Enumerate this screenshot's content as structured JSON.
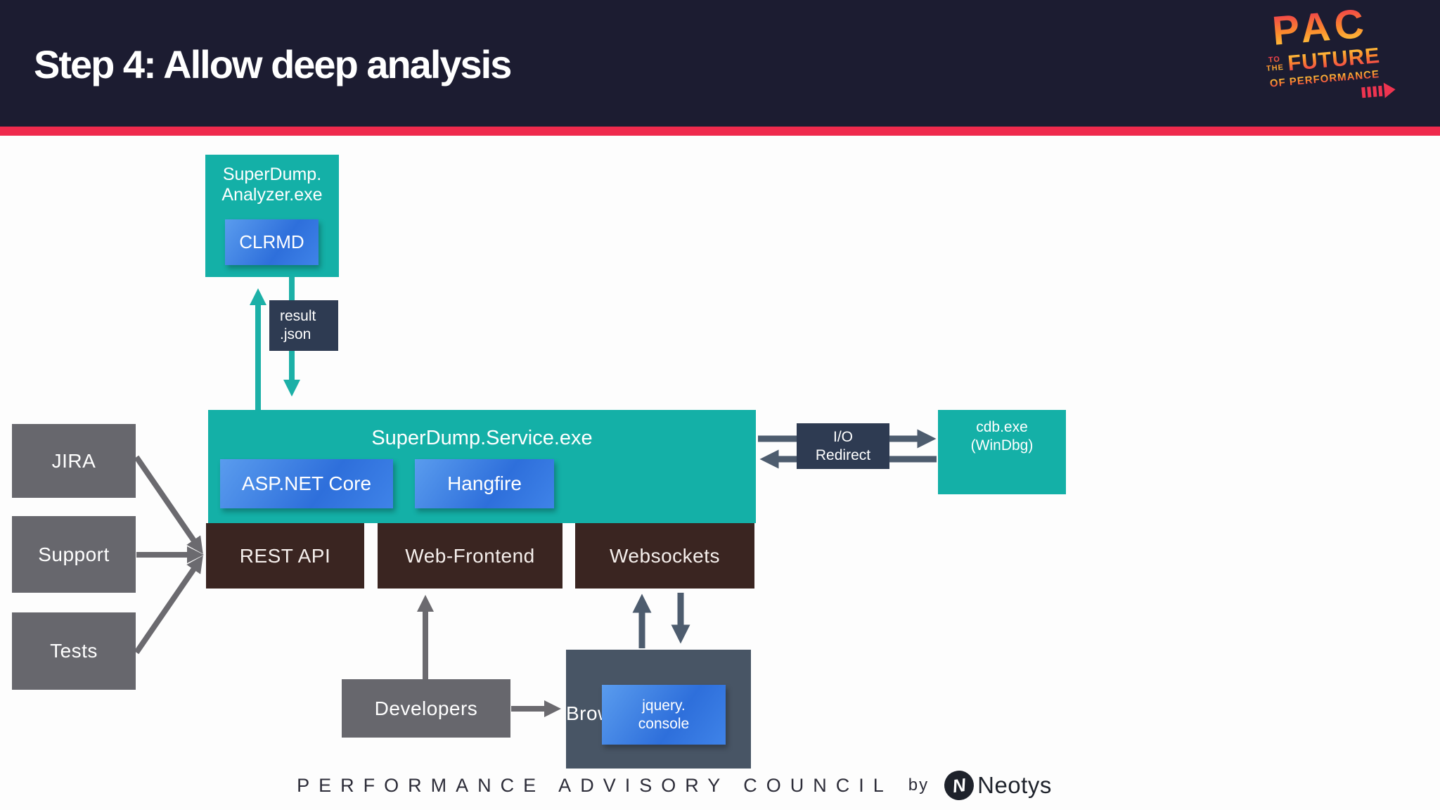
{
  "header": {
    "title": "Step 4: Allow deep analysis"
  },
  "pac_logo": {
    "pac": "PAC",
    "to": "TO",
    "the": "THE",
    "future": "FUTURE",
    "of_performance": "OF PERFORMANCE"
  },
  "diagram": {
    "analyzer": {
      "name_line1": "SuperDump.",
      "name_line2": "Analyzer.exe",
      "clrmd": "CLRMD"
    },
    "result_json": {
      "line1": "result",
      "line2": ".json"
    },
    "service": {
      "name": "SuperDump.Service.exe",
      "aspnet": "ASP.NET Core",
      "hangfire": "Hangfire"
    },
    "modules": {
      "rest_api": "REST API",
      "web_frontend": "Web-Frontend",
      "websockets": "Websockets"
    },
    "sources": {
      "jira": "JIRA",
      "support": "Support",
      "tests": "Tests"
    },
    "io_redirect": {
      "line1": "I/O",
      "line2": "Redirect"
    },
    "cdb": {
      "line1": "cdb.exe",
      "line2": "(WinDbg)"
    },
    "developers": {
      "label": "Developers"
    },
    "browser": {
      "label": "Browser",
      "jquery_line1": "jquery.",
      "jquery_line2": "console"
    }
  },
  "footer": {
    "council": "PERFORMANCE ADVISORY COUNCIL",
    "by": "by",
    "brand": "Neotys",
    "brand_mark": "N"
  },
  "colors": {
    "header_navy": "#1c1c31",
    "red_stripe": "#ef2a4d",
    "teal": "#14b0a7",
    "blue_gradient_start": "#5a9cee",
    "blue_gradient_end": "#2e6fdb",
    "brown": "#3a2521",
    "slate_box": "#2e3b52",
    "gray_box": "#67676d",
    "browser_box": "#485565",
    "arrow_teal": "#1cb0a7",
    "arrow_gray": "#6b6a6f",
    "arrow_slate": "#4d5c6e",
    "logo_gradient": [
      "#ee3450",
      "#fb8a2d",
      "#ffd23f"
    ]
  }
}
